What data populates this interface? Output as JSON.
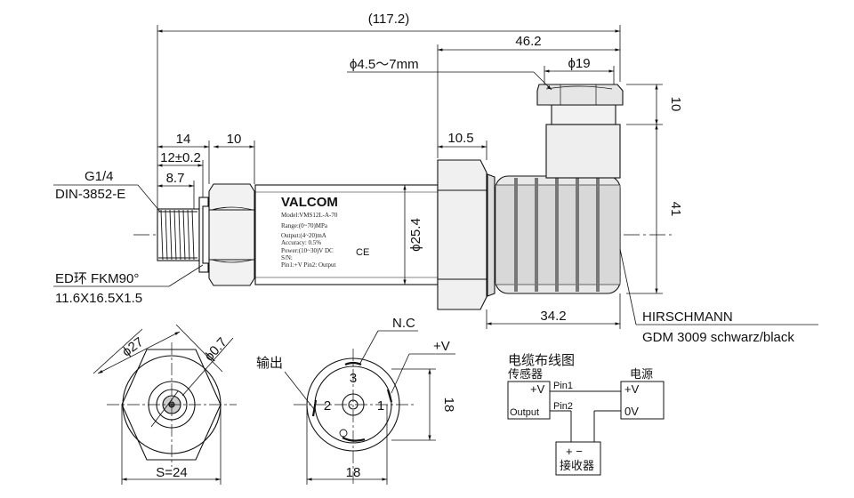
{
  "dimensions": {
    "overall_length": "(117.2)",
    "connector_length": "46.2",
    "cable_dia": "ϕ4.5～7mm",
    "gland_dia": "ϕ19",
    "gland_height": "10",
    "hex_width": "10",
    "thread_14": "14",
    "thread_12": "12±0.2",
    "thread_87": "8.7",
    "nut_105": "10.5",
    "body_dia": "ϕ25.4",
    "connector_height": "41",
    "connector_bottom": "34.2",
    "hex_dia": "ϕ27",
    "port_dia": "ϕ0.7",
    "hex_size": "S=24",
    "face_width": "18",
    "face_height": "18"
  },
  "labels": {
    "thread_spec": "G1/4",
    "thread_std": "DIN-3852-E",
    "seal_line1": "ED环 FKM90°",
    "seal_line2": "11.6X16.5X1.5",
    "connector_brand": "HIRSCHMANN",
    "connector_model": "GDM 3009 schwarz/black",
    "nc": "N.C",
    "plus_v": "+V",
    "output_cn": "输出",
    "pin1": "1",
    "pin2": "2",
    "pin3": "3"
  },
  "nameplate": {
    "brand": "VALCOM",
    "model": "Model:VMS12L-A-70",
    "range": "Range:(0~70)MPa",
    "output": "Output:(4~20)mA",
    "accuracy": "Accuracy: 0.5%",
    "power": "Power:(10~30)V DC",
    "sn": "S/N:",
    "pins": "Pin1:+V    Pin2: Output",
    "ce": "CE"
  },
  "wiring": {
    "title": "电缆布线图",
    "sensor": "传感器",
    "power_source": "电源",
    "sensor_plus": "+V",
    "sensor_out": "Output",
    "wire_pin1": "Pin1",
    "wire_pin2": "Pin2",
    "ps_plus": "+V",
    "ps_zero": "0V",
    "rx_sign": "+  −",
    "receiver": "接收器"
  }
}
